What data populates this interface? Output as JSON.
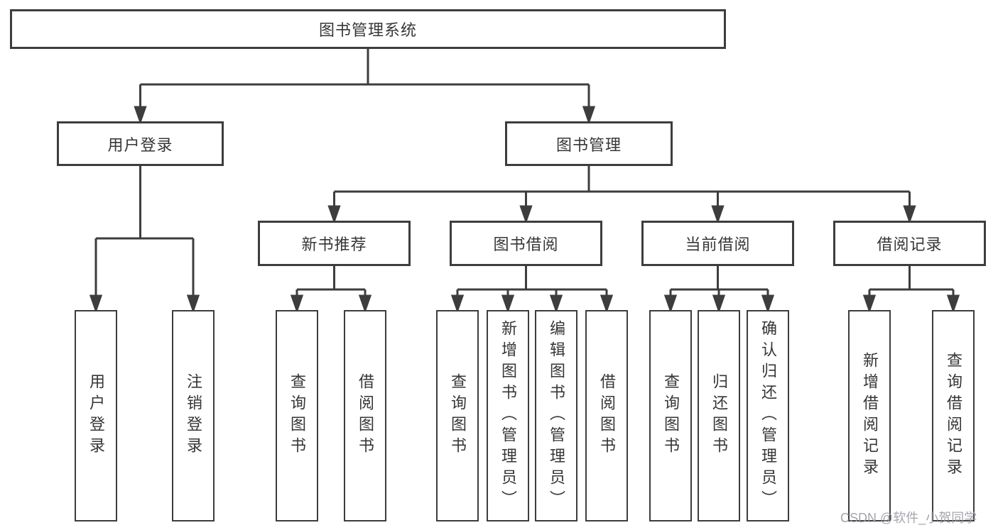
{
  "diagram": {
    "root": {
      "label": "图书管理系统",
      "children": [
        {
          "label": "用户登录",
          "children": [
            {
              "label": "用户登录"
            },
            {
              "label": "注销登录"
            }
          ]
        },
        {
          "label": "图书管理",
          "children": [
            {
              "label": "新书推荐",
              "children": [
                {
                  "label": "查询图书"
                },
                {
                  "label": "借阅图书"
                }
              ]
            },
            {
              "label": "图书借阅",
              "children": [
                {
                  "label": "查询图书"
                },
                {
                  "label": "新增图书（管理员）"
                },
                {
                  "label": "编辑图书（管理员）"
                },
                {
                  "label": "借阅图书"
                }
              ]
            },
            {
              "label": "当前借阅",
              "children": [
                {
                  "label": "查询图书"
                },
                {
                  "label": "归还图书"
                },
                {
                  "label": "确认归还（管理员）"
                }
              ]
            },
            {
              "label": "借阅记录",
              "children": [
                {
                  "label": "新增借阅记录"
                },
                {
                  "label": "查询借阅记录"
                }
              ]
            }
          ]
        }
      ]
    }
  },
  "watermark": {
    "text": "CSDN @软件_小贺同学"
  },
  "colors": {
    "line": "#3d3d3d",
    "text": "#363636",
    "watermark": "#9b9ba3"
  }
}
